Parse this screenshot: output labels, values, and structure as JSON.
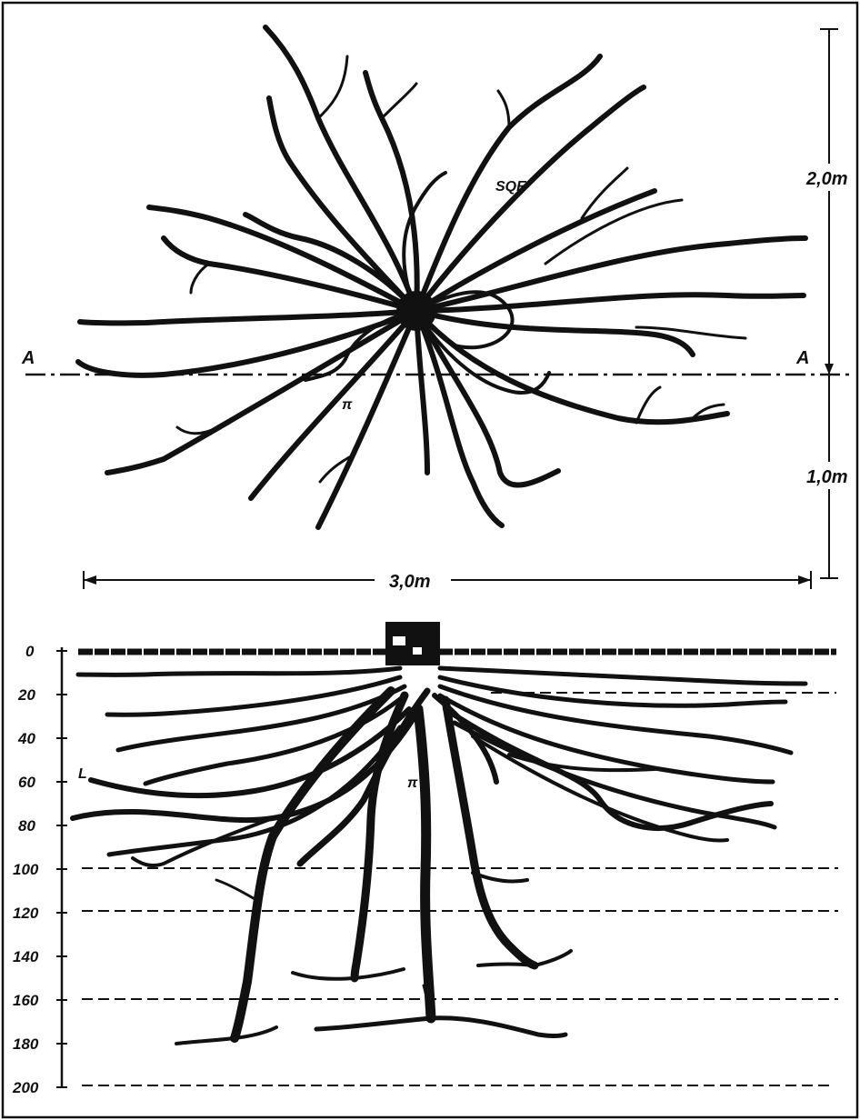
{
  "plan_view": {
    "section_marker_left": "A",
    "section_marker_right": "A",
    "dim_vertical_upper": "2,0m",
    "dim_vertical_lower": "1,0m",
    "dim_horizontal": "3,0m",
    "annotation_top": "SQE",
    "annotation_mid": "π"
  },
  "profile_view": {
    "depth_ticks": [
      "0",
      "20",
      "40",
      "60",
      "80",
      "100",
      "120",
      "140",
      "160",
      "180",
      "200"
    ],
    "annotation_left": "L",
    "annotation_center": "π"
  },
  "colors": {
    "ink": "#111111",
    "paper": "#ffffff"
  }
}
